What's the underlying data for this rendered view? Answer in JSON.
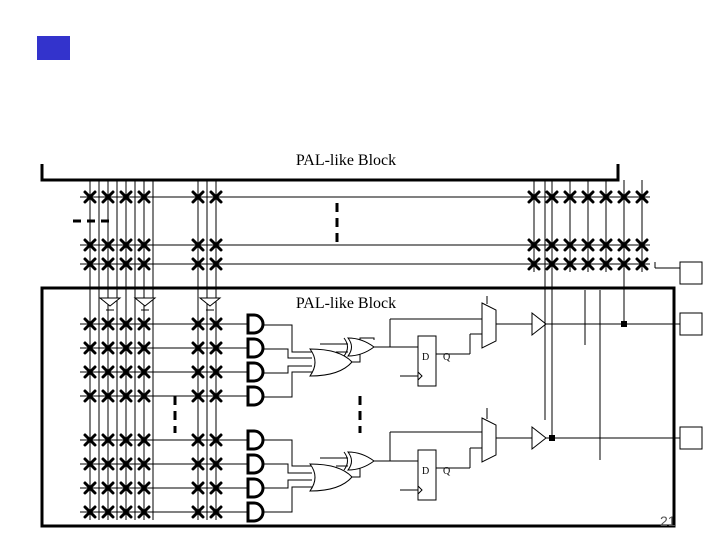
{
  "slide": {
    "accent_color": "#3333cc",
    "page_number": "21"
  },
  "diagram": {
    "outer_block_label": "PAL-like Block",
    "inner_block_label": "PAL-like Block",
    "flipflop_top": {
      "d_label": "D",
      "q_label": "Q"
    },
    "flipflop_bottom": {
      "d_label": "D",
      "q_label": "Q"
    },
    "icons": [
      "programmable-switch-x-icon",
      "and-gate-icon",
      "or-gate-icon",
      "xor-gate-icon",
      "multiplexer-icon",
      "buffer-icon",
      "io-pad-icon"
    ]
  }
}
